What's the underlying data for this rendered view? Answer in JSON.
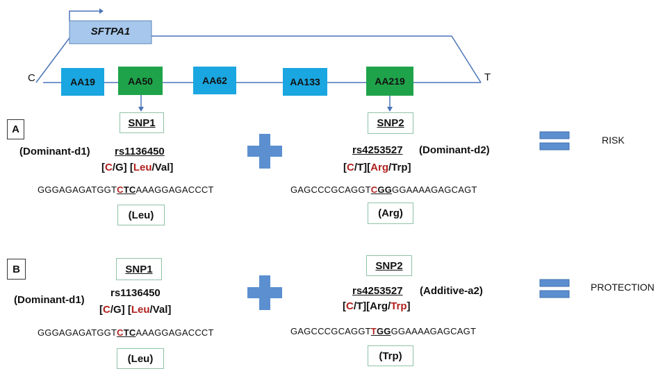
{
  "gene": {
    "name": "SFTPA1",
    "left_end": "C",
    "right_end": "T",
    "exons": [
      {
        "label": "AA19",
        "color": "#1aa6e0"
      },
      {
        "label": "AA50",
        "color": "#1fa34a"
      },
      {
        "label": "AA62",
        "color": "#1aa6e0"
      },
      {
        "label": "AA133",
        "color": "#1aa6e0"
      },
      {
        "label": "AA219",
        "color": "#1fa34a"
      }
    ]
  },
  "panel_a": {
    "letter": "A",
    "snp1": {
      "title": "SNP1",
      "model": "(Dominant-d1)",
      "rsid": "rs1136450",
      "alleles": {
        "open": "[",
        "first": "C",
        "rest": "/G] [",
        "aa_first": "Leu",
        "aa_rest": "/Val]"
      },
      "sequence": {
        "pre": "GGGAGAGATGGT",
        "mut": "C",
        "codon_rest": "TC",
        "post": "AAAGGAGACCCT"
      },
      "residue": "(Leu)"
    },
    "snp2": {
      "title": "SNP2",
      "model": "(Dominant-d2)",
      "rsid": "rs4253527",
      "alleles": {
        "open": "[",
        "first": "C",
        "mid": "/T][",
        "aa_first": "Arg",
        "aa_rest": "/Trp]"
      },
      "sequence": {
        "pre": "GAGCCCGCAGGT",
        "mut": "C",
        "codon_rest": "GG",
        "post": "GGAAAAGAGCAGT"
      },
      "residue": "(Arg)"
    },
    "outcome": "RISK"
  },
  "panel_b": {
    "letter": "B",
    "snp1": {
      "title": "SNP1",
      "model": "(Dominant-d1)",
      "rsid": "rs1136450",
      "alleles": {
        "open": "[",
        "first": "C",
        "rest": "/G] [",
        "aa_first": "Leu",
        "aa_rest": "/Val]"
      },
      "sequence": {
        "pre": "GGGAGAGATGGT",
        "mut": "C",
        "codon_rest": "TC",
        "post": "AAAGGAGACCCT"
      },
      "residue": "(Leu)"
    },
    "snp2": {
      "title": "SNP2",
      "model": "(Additive-a2)",
      "rsid": "rs4253527",
      "alleles": {
        "open": "[",
        "first": "C",
        "mid": "/T][Arg/",
        "aa_last": "Trp",
        "close": "]"
      },
      "sequence": {
        "pre": "GAGCCCGCAGGT",
        "mut": "T",
        "codon_rest": "GG",
        "post": "GGAAAAGAGCAGT"
      },
      "residue": "(Trp)"
    },
    "outcome": "PROTECTION"
  },
  "colors": {
    "line": "#4a74b8",
    "plus": "#5b8fd0",
    "equals": "#5b8fd0",
    "gene_box": "#a7c8ec",
    "allele_red": "#b0211e"
  }
}
